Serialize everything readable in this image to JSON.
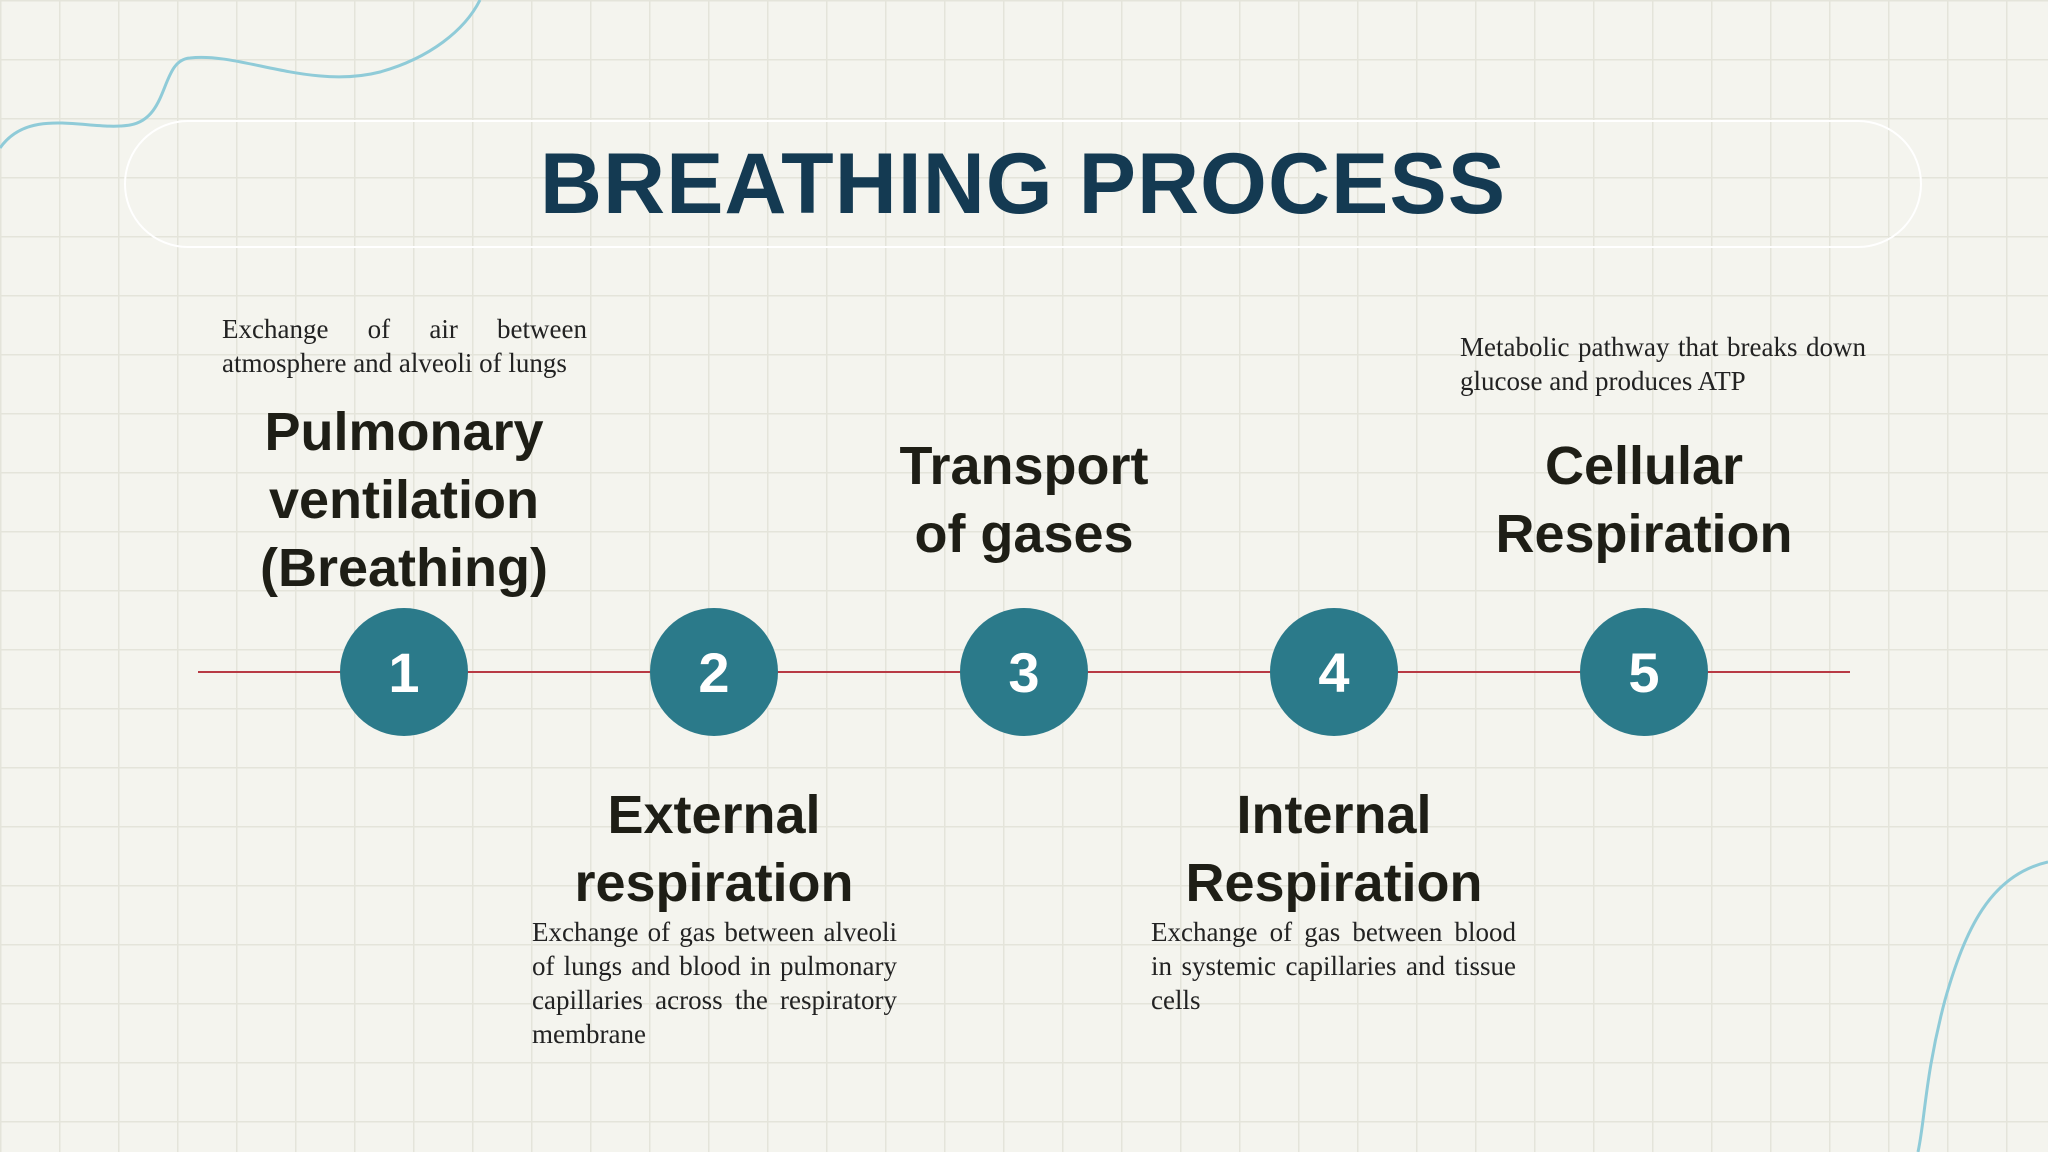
{
  "title": "BREATHING PROCESS",
  "colors": {
    "title": "#143a52",
    "circle": "#2b7a8a",
    "line": "#b83a44",
    "accent_curve": "#8fcbd8",
    "background": "#f4f4ee"
  },
  "steps": [
    {
      "number": "1",
      "heading": "Pulmonary\nventilation\n(Breathing)",
      "description": "Exchange of air between atmosphere and alveoli of lungs"
    },
    {
      "number": "2",
      "heading": "External\nrespiration",
      "description": "Exchange of gas between alveoli of lungs and blood in pulmonary capillaries across the respiratory membrane"
    },
    {
      "number": "3",
      "heading": "Transport\nof gases",
      "description": ""
    },
    {
      "number": "4",
      "heading": "Internal\nRespiration",
      "description": "Exchange of gas between blood in systemic capillaries and tissue cells"
    },
    {
      "number": "5",
      "heading": "Cellular\nRespiration",
      "description": "Metabolic pathway that breaks down glucose and produces ATP"
    }
  ]
}
